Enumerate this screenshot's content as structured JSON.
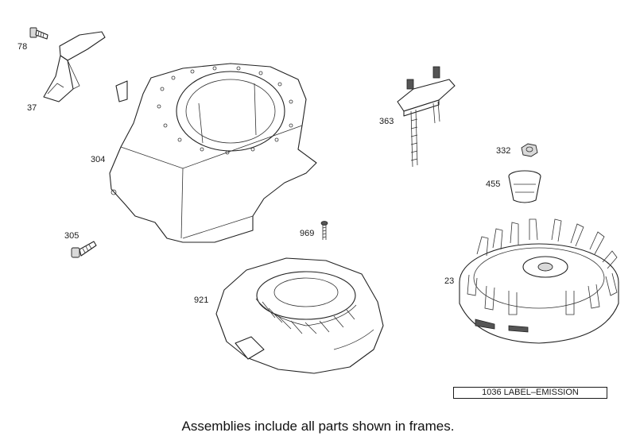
{
  "parts": [
    {
      "key": "p78",
      "label": "78"
    },
    {
      "key": "p37",
      "label": "37"
    },
    {
      "key": "p304",
      "label": "304"
    },
    {
      "key": "p305",
      "label": "305"
    },
    {
      "key": "p363",
      "label": "363"
    },
    {
      "key": "p332",
      "label": "332"
    },
    {
      "key": "p455",
      "label": "455"
    },
    {
      "key": "p969",
      "label": "969"
    },
    {
      "key": "p921",
      "label": "921"
    },
    {
      "key": "p23",
      "label": "23"
    }
  ],
  "emission_label": "1036 LABEL–EMISSION",
  "footnote": "Assemblies include all parts shown in frames."
}
